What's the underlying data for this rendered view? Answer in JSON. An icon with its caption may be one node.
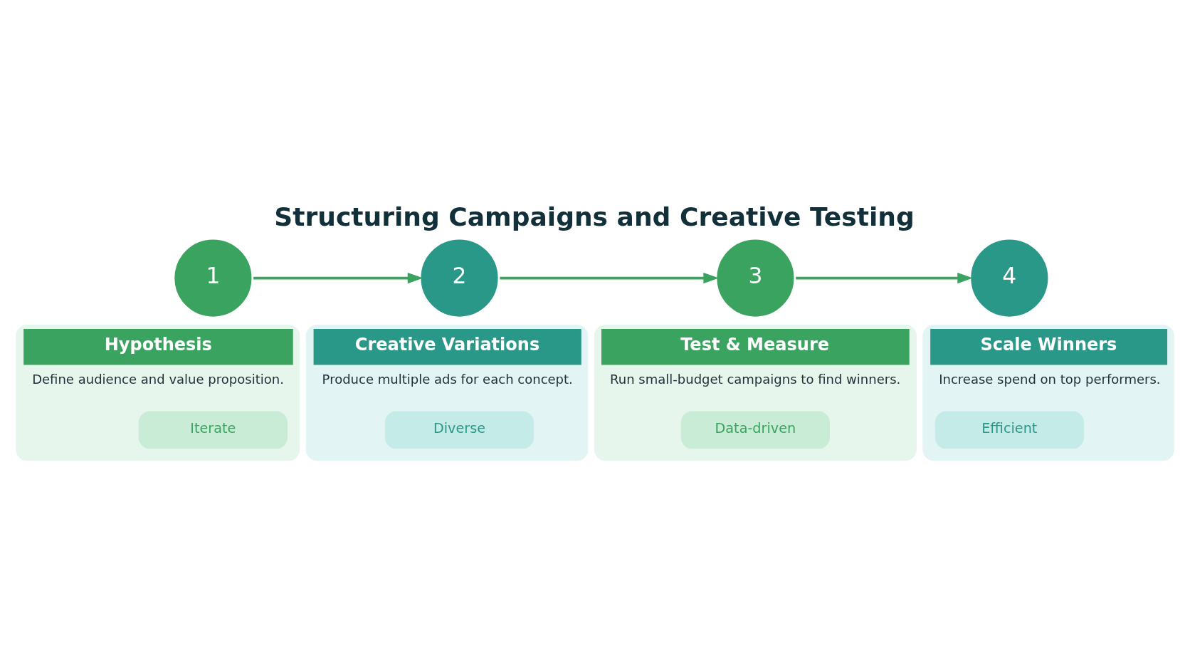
{
  "diagram": {
    "title": "Structuring Campaigns and Creative Testing",
    "nodes": [
      {
        "text": [
          "1"
        ]
      },
      {
        "text": [
          "Hypothesis",
          "Define audience and value proposition."
        ]
      },
      {
        "text": [
          "Iterate"
        ],
        "in": 1
      },
      {
        "text": [
          "2"
        ]
      },
      {
        "text": [
          "Creative Variations",
          "Produce multiple ads for each concept."
        ]
      },
      {
        "text": [
          "Diverse"
        ],
        "in": 4
      },
      {
        "text": [
          "3"
        ]
      },
      {
        "text": [
          "Test & Measure",
          "Run small-budget campaigns to find winners."
        ]
      },
      {
        "text": [
          "Data-driven"
        ],
        "in": 7
      },
      {
        "text": [
          "4"
        ]
      },
      {
        "text": [
          "Scale Winners",
          "Increase spend on top performers."
        ]
      },
      {
        "text": [
          "Efficient"
        ],
        "in": 10
      }
    ],
    "edges": [
      {
        "from": 0,
        "to": 3,
        "arrow": "to"
      },
      {
        "from": 3,
        "to": 6,
        "arrow": "to"
      },
      {
        "from": 6,
        "to": 9,
        "arrow": "to"
      }
    ]
  }
}
